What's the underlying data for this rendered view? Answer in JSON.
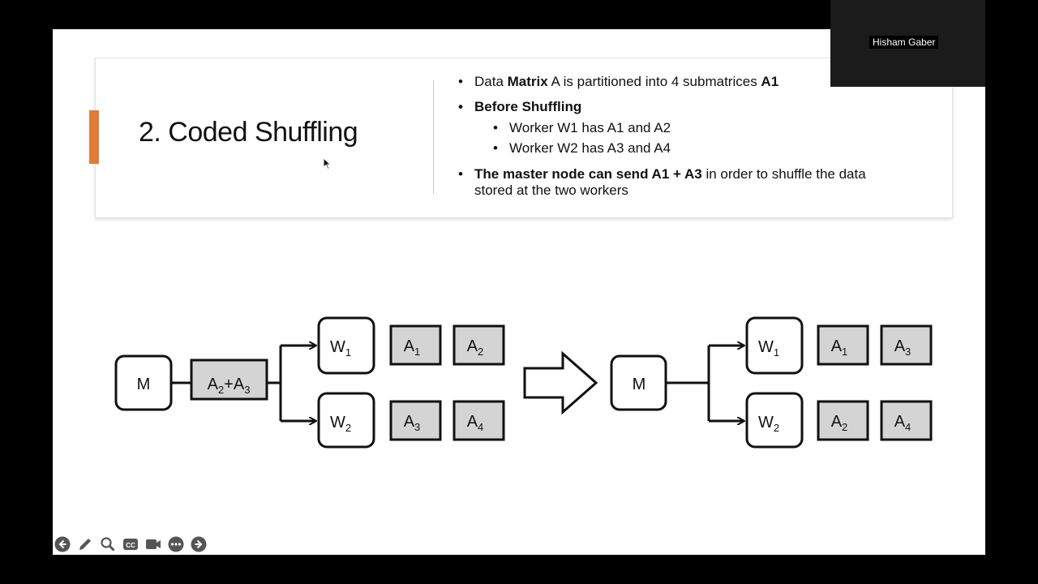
{
  "presenter": {
    "name": "Hisham Gaber"
  },
  "slide": {
    "title": "2. Coded Shuffling",
    "bullets": {
      "b1": {
        "t1": "Data ",
        "t2": "Matrix",
        "t3": " A is partitioned into 4 submatrices ",
        "t4": "A1"
      },
      "b2": {
        "text": "Before Shuffling"
      },
      "b2_sub1": {
        "text": "Worker W1 has A1 and A2"
      },
      "b2_sub2": {
        "text": "Worker W2 has A3 and A4"
      },
      "b3": {
        "bold": "The master node can send A1 + A3",
        "rest": "  in order to shuffle the data",
        "line2": "stored at the two workers"
      }
    },
    "diagram": {
      "left": {
        "master": "M",
        "message": {
          "a": "A",
          "a_sub": "2",
          "plus": "+A",
          "b_sub": "3"
        },
        "w1": {
          "w": "W",
          "sub": "1",
          "blocks": [
            {
              "a": "A",
              "sub": "1"
            },
            {
              "a": "A",
              "sub": "2"
            }
          ]
        },
        "w2": {
          "w": "W",
          "sub": "2",
          "blocks": [
            {
              "a": "A",
              "sub": "3"
            },
            {
              "a": "A",
              "sub": "4"
            }
          ]
        }
      },
      "right": {
        "master": "M",
        "w1": {
          "w": "W",
          "sub": "1",
          "blocks": [
            {
              "a": "A",
              "sub": "1"
            },
            {
              "a": "A",
              "sub": "3"
            }
          ]
        },
        "w2": {
          "w": "W",
          "sub": "2",
          "blocks": [
            {
              "a": "A",
              "sub": "2"
            },
            {
              "a": "A",
              "sub": "4"
            }
          ]
        }
      }
    }
  },
  "controls": [
    "previous-slide-icon",
    "pen-icon",
    "zoom-icon",
    "captions-icon",
    "video-icon",
    "more-icon",
    "next-slide-icon"
  ],
  "colors": {
    "accent": "#e07b39",
    "block_fill": "#d4d4d4"
  }
}
